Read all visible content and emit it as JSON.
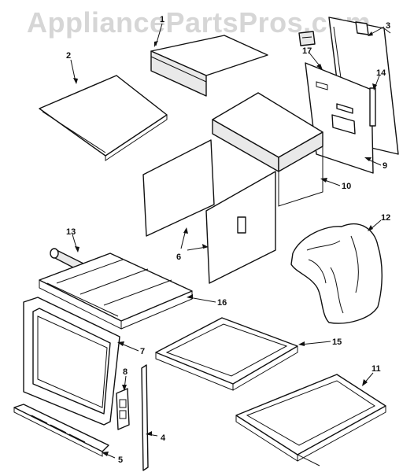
{
  "watermark": "AppliancePartsPros.com",
  "colors": {
    "line": "#111111",
    "watermark": "#d6d6d6",
    "background": "#ffffff"
  },
  "callouts": [
    {
      "id": "1",
      "label": "1"
    },
    {
      "id": "2",
      "label": "2"
    },
    {
      "id": "3",
      "label": "3"
    },
    {
      "id": "4",
      "label": "4"
    },
    {
      "id": "5",
      "label": "5"
    },
    {
      "id": "6",
      "label": "6"
    },
    {
      "id": "7",
      "label": "7"
    },
    {
      "id": "8",
      "label": "8"
    },
    {
      "id": "9",
      "label": "9"
    },
    {
      "id": "10",
      "label": "10"
    },
    {
      "id": "11",
      "label": "11"
    },
    {
      "id": "12",
      "label": "12"
    },
    {
      "id": "13",
      "label": "13"
    },
    {
      "id": "14",
      "label": "14"
    },
    {
      "id": "15",
      "label": "15"
    },
    {
      "id": "16",
      "label": "16"
    },
    {
      "id": "17",
      "label": "17"
    }
  ]
}
